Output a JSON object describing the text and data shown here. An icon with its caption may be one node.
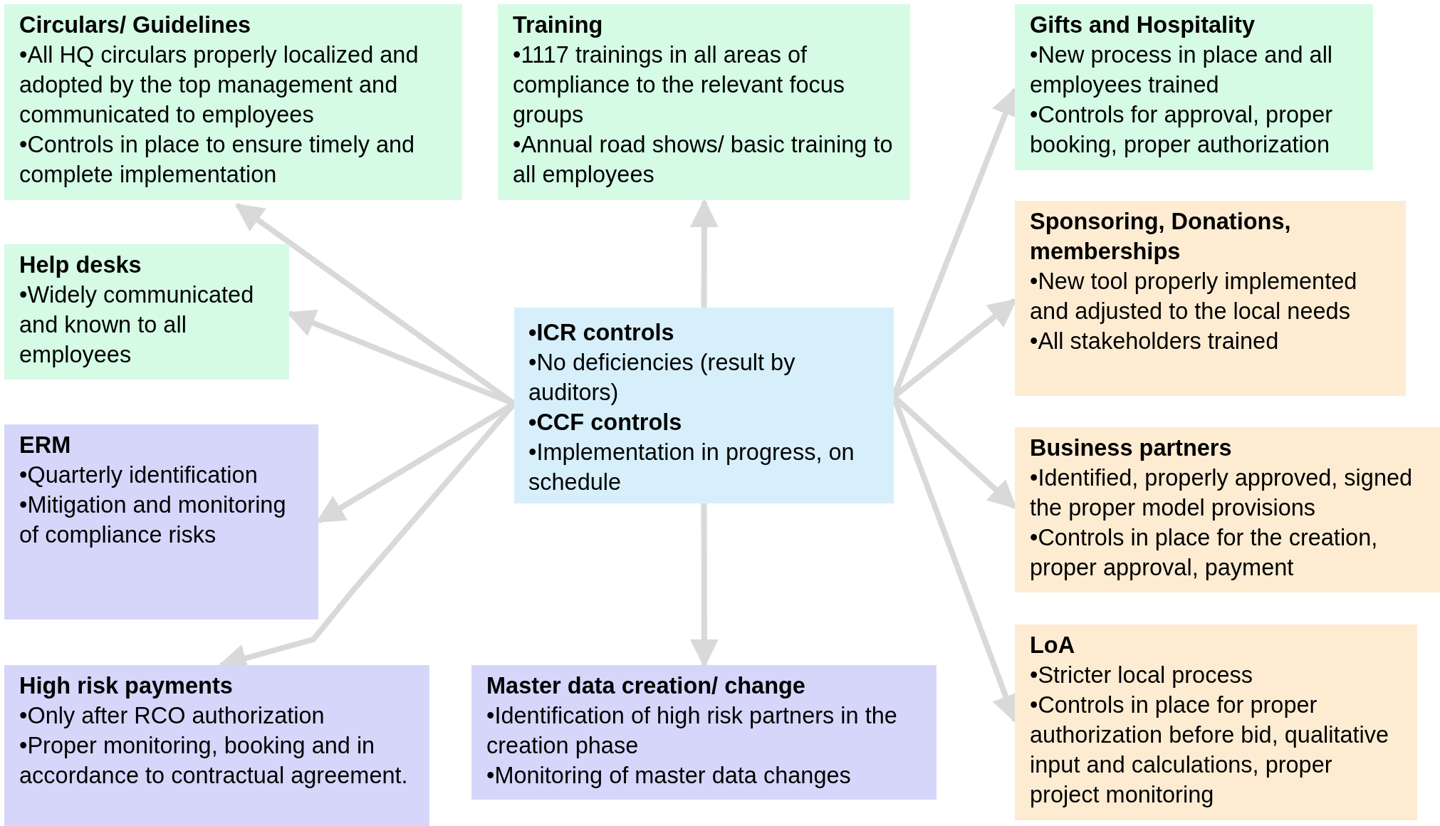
{
  "diagram": {
    "nodes": [
      {
        "text": [
          "Circulars/ Guidelines",
          "•All HQ circulars properly localized and adopted by the top management and communicated to employees",
          "•Controls in place to ensure timely and complete implementation"
        ]
      },
      {
        "text": [
          "Training",
          "•1117 trainings in all areas of compliance to the relevant focus groups",
          "•Annual road shows/ basic training to all employees"
        ]
      },
      {
        "text": [
          "Gifts and Hospitality",
          "•New process in place and all employees trained",
          "•Controls for approval, proper booking, proper authorization"
        ]
      },
      {
        "text": [
          "Sponsoring, Donations, memberships",
          "•New tool properly implemented and adjusted to the local needs",
          "•All stakeholders trained"
        ]
      },
      {
        "text": [
          "Help desks",
          "•Widely communicated and known to all employees"
        ]
      },
      {
        "text": [
          "•ICR controls",
          "•No deficiencies (result by auditors)",
          "•CCF controls",
          "•Implementation in progress, on schedule"
        ]
      },
      {
        "text": [
          "ERM",
          "•Quarterly identification",
          "•Mitigation and monitoring of compliance risks"
        ]
      },
      {
        "text": [
          "Business partners",
          "•Identified, properly approved, signed the proper model provisions",
          "•Controls in place for the creation, proper approval, payment"
        ]
      },
      {
        "text": [
          "High risk payments",
          "•Only after RCO authorization",
          "•Proper monitoring,  booking and in accordance to contractual agreement."
        ]
      },
      {
        "text": [
          "Master data creation/ change",
          "•Identification of high risk partners in the creation phase",
          "•Monitoring of master data changes"
        ]
      },
      {
        "text": [
          "LoA",
          "•Stricter local process",
          "•Controls in place for proper authorization before bid, qualitative input and calculations, proper project monitoring"
        ]
      }
    ],
    "edges": [
      {
        "from": 5,
        "to": 0,
        "arrow": "to"
      },
      {
        "from": 5,
        "to": 1,
        "arrow": "to"
      },
      {
        "from": 5,
        "to": 2,
        "arrow": "to"
      },
      {
        "from": 5,
        "to": 3,
        "arrow": "to"
      },
      {
        "from": 5,
        "to": 4,
        "arrow": "to"
      },
      {
        "from": 5,
        "to": 6,
        "arrow": "to"
      },
      {
        "from": 5,
        "to": 7,
        "arrow": "to"
      },
      {
        "from": 5,
        "to": 8,
        "arrow": "to"
      },
      {
        "from": 5,
        "to": 9,
        "arrow": "to"
      },
      {
        "from": 5,
        "to": 10,
        "arrow": "to"
      }
    ]
  }
}
